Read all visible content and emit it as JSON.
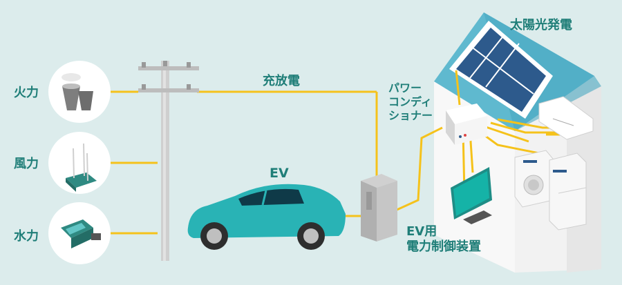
{
  "sources": {
    "thermal": "火力",
    "wind": "風力",
    "hydro": "水力"
  },
  "labels": {
    "charge_discharge": "充放電",
    "ev": "EV",
    "solar": "太陽光発電",
    "power_conditioner": [
      "パワー",
      "コンディ",
      "ショナー"
    ],
    "ev_controller": [
      "EV用",
      "電力制御装置"
    ]
  },
  "colors": {
    "background": "#dcecec",
    "label_text": "#1f7e78",
    "power_line": "#f5c21b",
    "car_body": "#29b3b5",
    "solar_panel": "#2d5a8c",
    "house_wall": "#f2f2f2"
  }
}
